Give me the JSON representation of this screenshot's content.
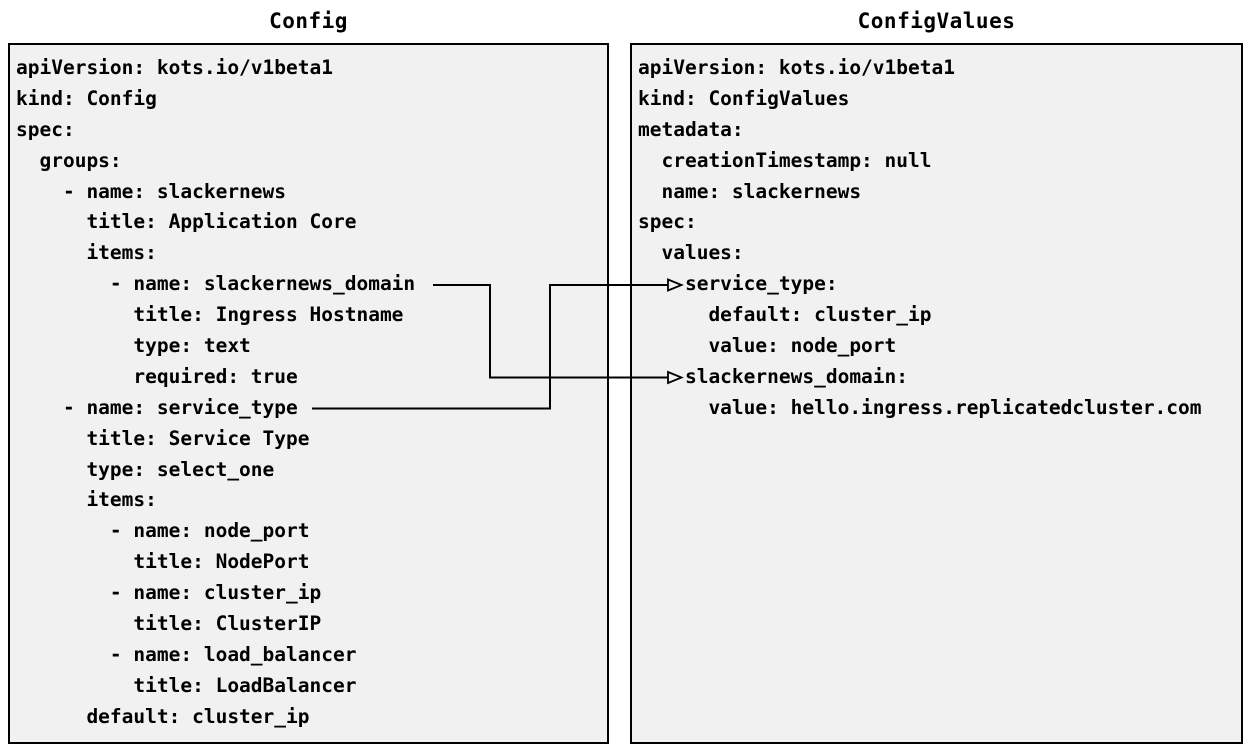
{
  "left_panel": {
    "title": "Config",
    "lines": [
      "apiVersion: kots.io/v1beta1",
      "kind: Config",
      "spec:",
      "  groups:",
      "    - name: slackernews",
      "      title: Application Core",
      "      items:",
      "        - name: slackernews_domain",
      "          title: Ingress Hostname",
      "          type: text",
      "          required: true",
      "    - name: service_type",
      "      title: Service Type",
      "      type: select_one",
      "      items:",
      "        - name: node_port",
      "          title: NodePort",
      "        - name: cluster_ip",
      "          title: ClusterIP",
      "        - name: load_balancer",
      "          title: LoadBalancer",
      "      default: cluster_ip"
    ]
  },
  "right_panel": {
    "title": "ConfigValues",
    "lines": [
      "apiVersion: kots.io/v1beta1",
      "kind: ConfigValues",
      "metadata:",
      "  creationTimestamp: null",
      "  name: slackernews",
      "spec:",
      "  values:",
      "    service_type:",
      "      default: cluster_ip",
      "      value: node_port",
      "    slackernews_domain:",
      "      value: hello.ingress.replicatedcluster.com"
    ]
  },
  "connections": [
    {
      "from_text": "- name: slackernews_domain",
      "to_text": "slackernews_domain:"
    },
    {
      "from_text": "- name: service_type",
      "to_text": "service_type:"
    }
  ],
  "colors": {
    "page_background": "#ffffff",
    "panel_background": "#f1f1f1",
    "panel_border": "#000000",
    "text": "#000000",
    "arrow": "#000000"
  }
}
